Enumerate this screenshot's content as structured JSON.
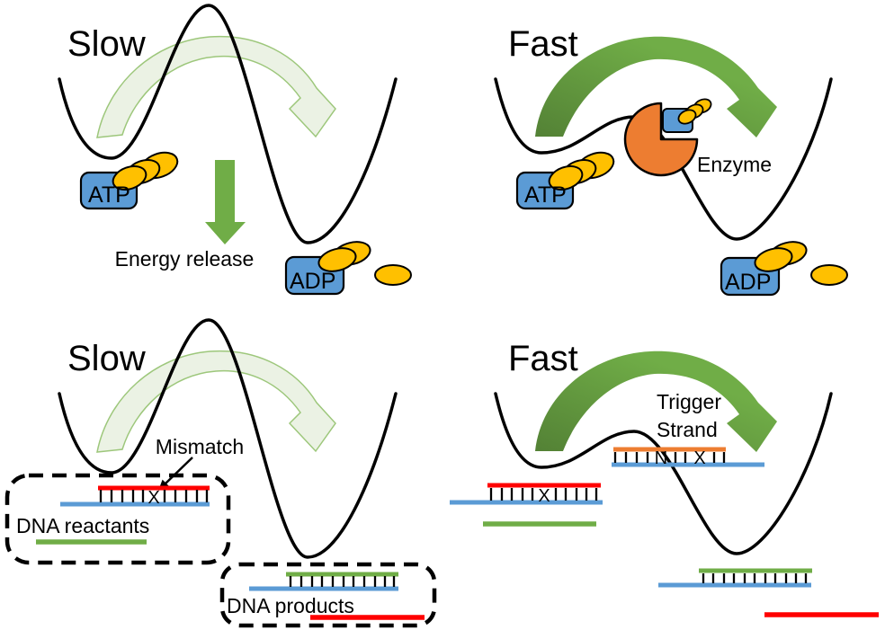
{
  "figure": {
    "panels": {
      "slow_atp": {
        "title": "Slow",
        "reactant_label": "ATP",
        "product_label": "ADP",
        "energy_release_label": "Energy release"
      },
      "fast_atp": {
        "title": "Fast",
        "reactant_label": "ATP",
        "product_label": "ADP",
        "enzyme_label": "Enzyme"
      },
      "slow_dna": {
        "title": "Slow",
        "mismatch_label": "Mismatch",
        "mismatch_base": "X",
        "reactants_box_label": "DNA reactants",
        "products_box_label": "DNA products"
      },
      "fast_dna": {
        "title": "Fast",
        "trigger_label_line1": "Trigger",
        "trigger_label_line2": "Strand",
        "trigger_duplex_base_n": "N",
        "trigger_duplex_base_x": "X",
        "reactant_duplex_base": "X"
      }
    },
    "colors": {
      "curve_black": "#000000",
      "green_solid": "#70AD47",
      "green_dark": "#538135",
      "green_light_fill": "#E9F1E1",
      "green_light_stroke": "#9DC77B",
      "nucleotide_blue": "#5B9BD5",
      "phosphate_yellow": "#FFC000",
      "enzyme_orange": "#ED7D31",
      "strand_red": "#FF0000",
      "strand_blue": "#5B9BD5",
      "strand_green": "#70AD47",
      "strand_orange": "#ED7D31"
    }
  }
}
